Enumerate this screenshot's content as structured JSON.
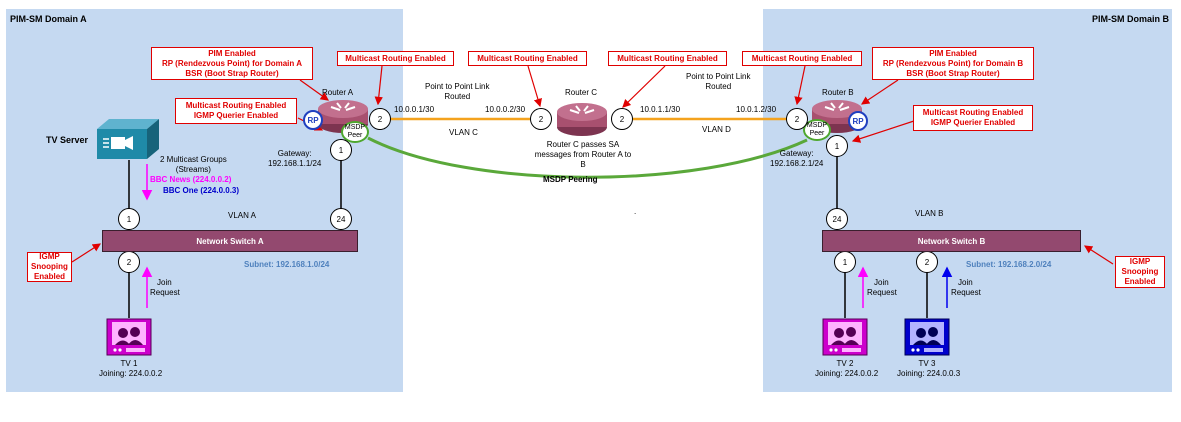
{
  "domains": {
    "a": {
      "title": "PIM-SM Domain A"
    },
    "b": {
      "title": "PIM-SM Domain B"
    }
  },
  "notes": {
    "a_rp": [
      "PIM Enabled",
      "RP (Rendezvous Point) for Domain A",
      "BSR (Boot Strap Router)"
    ],
    "a_mc": "Multicast Routing Enabled",
    "a_igmp": [
      "Multicast Routing Enabled",
      "IGMP Querier Enabled"
    ],
    "c_left": "Multicast Routing Enabled",
    "c_right": "Multicast Routing Enabled",
    "b_mc": "Multicast Routing Enabled",
    "b_rp": [
      "PIM Enabled",
      "RP (Rendezvous Point) for Domain B",
      "BSR (Boot Strap Router)"
    ],
    "b_igmp": [
      "Multicast Routing Enabled",
      "IGMP Querier Enabled"
    ],
    "snoop_a": [
      "IGMP",
      "Snooping",
      "Enabled"
    ],
    "snoop_b": [
      "IGMP",
      "Snooping",
      "Enabled"
    ]
  },
  "routers": {
    "a": {
      "name": "Router A",
      "rp": "RP",
      "msdp": [
        "MSDP",
        "Peer"
      ],
      "gateway": [
        "Gateway:",
        "192.168.1.1/24"
      ]
    },
    "b": {
      "name": "Router B",
      "rp": "RP",
      "msdp": [
        "MSDP",
        "Peer"
      ],
      "gateway": [
        "Gateway:",
        "192.168.2.1/24"
      ]
    },
    "c": {
      "name": "Router C",
      "desc": [
        "Router C passes SA",
        "messages from Router A to",
        "B"
      ]
    }
  },
  "links": {
    "left_caption": [
      "Point to Point Link",
      "Routed"
    ],
    "right_caption": [
      "Point to Point Link",
      "Routed"
    ],
    "ip_a": "10.0.0.1/30",
    "ip_c_left": "10.0.0.2/30",
    "ip_c_right": "10.0.1.1/30",
    "ip_b": "10.0.1.2/30",
    "vlan_c": "VLAN C",
    "vlan_d": "VLAN D",
    "msdp": "MSDP Peering",
    "dot": "."
  },
  "ports": {
    "ra_2": "2",
    "ra_1": "1",
    "rc_left": "2",
    "rc_right": "2",
    "rb_2": "2",
    "rb_1": "1",
    "swa_1": "1",
    "swa_24": "24",
    "swa_2": "2",
    "swb_24": "24",
    "swb_1": "1",
    "swb_2": "2"
  },
  "server": {
    "name": "TV Server",
    "groups": [
      "2 Multicast Groups",
      "(Streams)"
    ],
    "bbc_news": "BBC News (224.0.0.2)",
    "bbc_one": "BBC One (224.0.0.3)"
  },
  "switches": {
    "a": {
      "name": "Network Switch A",
      "vlan": "VLAN A",
      "subnet": "Subnet: 192.168.1.0/24"
    },
    "b": {
      "name": "Network Switch B",
      "vlan": "VLAN B",
      "subnet": "Subnet: 192.168.2.0/24"
    }
  },
  "tvs": {
    "tv1": {
      "name": "TV 1",
      "joining": "Joining: 224.0.0.2",
      "join": [
        "Join",
        "Request"
      ]
    },
    "tv2": {
      "name": "TV 2",
      "joining": "Joining: 224.0.0.2",
      "join": [
        "Join",
        "Request"
      ]
    },
    "tv3": {
      "name": "TV 3",
      "joining": "Joining: 224.0.0.3",
      "join": [
        "Join",
        "Request"
      ]
    }
  },
  "colors": {
    "domain_bg": "#c5d9f1",
    "note_red": "#e00000",
    "link_orange": "#f4a21d",
    "msdp_green": "#5aa83a",
    "magenta": "#ff00ff",
    "blue": "#0000ee",
    "router_maroon": "#a8506f",
    "switch_fill": "#93496f",
    "server_teal": "#1f8aa8",
    "subnet_blue": "#4f81bd"
  },
  "icons": [
    "router-icon",
    "server-icon",
    "tv-icon",
    "arrow-icon"
  ]
}
